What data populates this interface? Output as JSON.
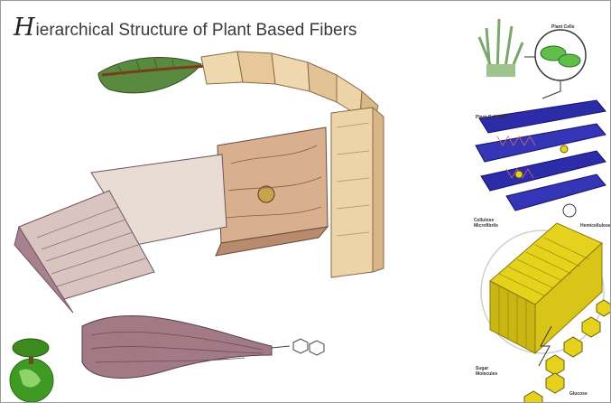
{
  "title": {
    "initial": "H",
    "rest": "ierarchical Structure of Plant Based Fibers"
  },
  "right_panel": {
    "plant_cells_label": "Plant Cells",
    "plant_cell_wall_label": "Plant Cell Wall",
    "cellulose_microfibrils_label": "Cellulose Microfibrils",
    "hemicellulose_label": "Hemicellulose",
    "cellulose_molecules_label": "Sugar Molecules",
    "glucose_label": "Glucose"
  },
  "colors": {
    "leaf_green": "#4f7d38",
    "wood_tan": "#ecd3a8",
    "fiber_purple": "#8a6a78",
    "microfibril_blue": "#2c2ca8",
    "crystal_yellow": "#e4d21c",
    "globe_green": "#3f9a24"
  }
}
